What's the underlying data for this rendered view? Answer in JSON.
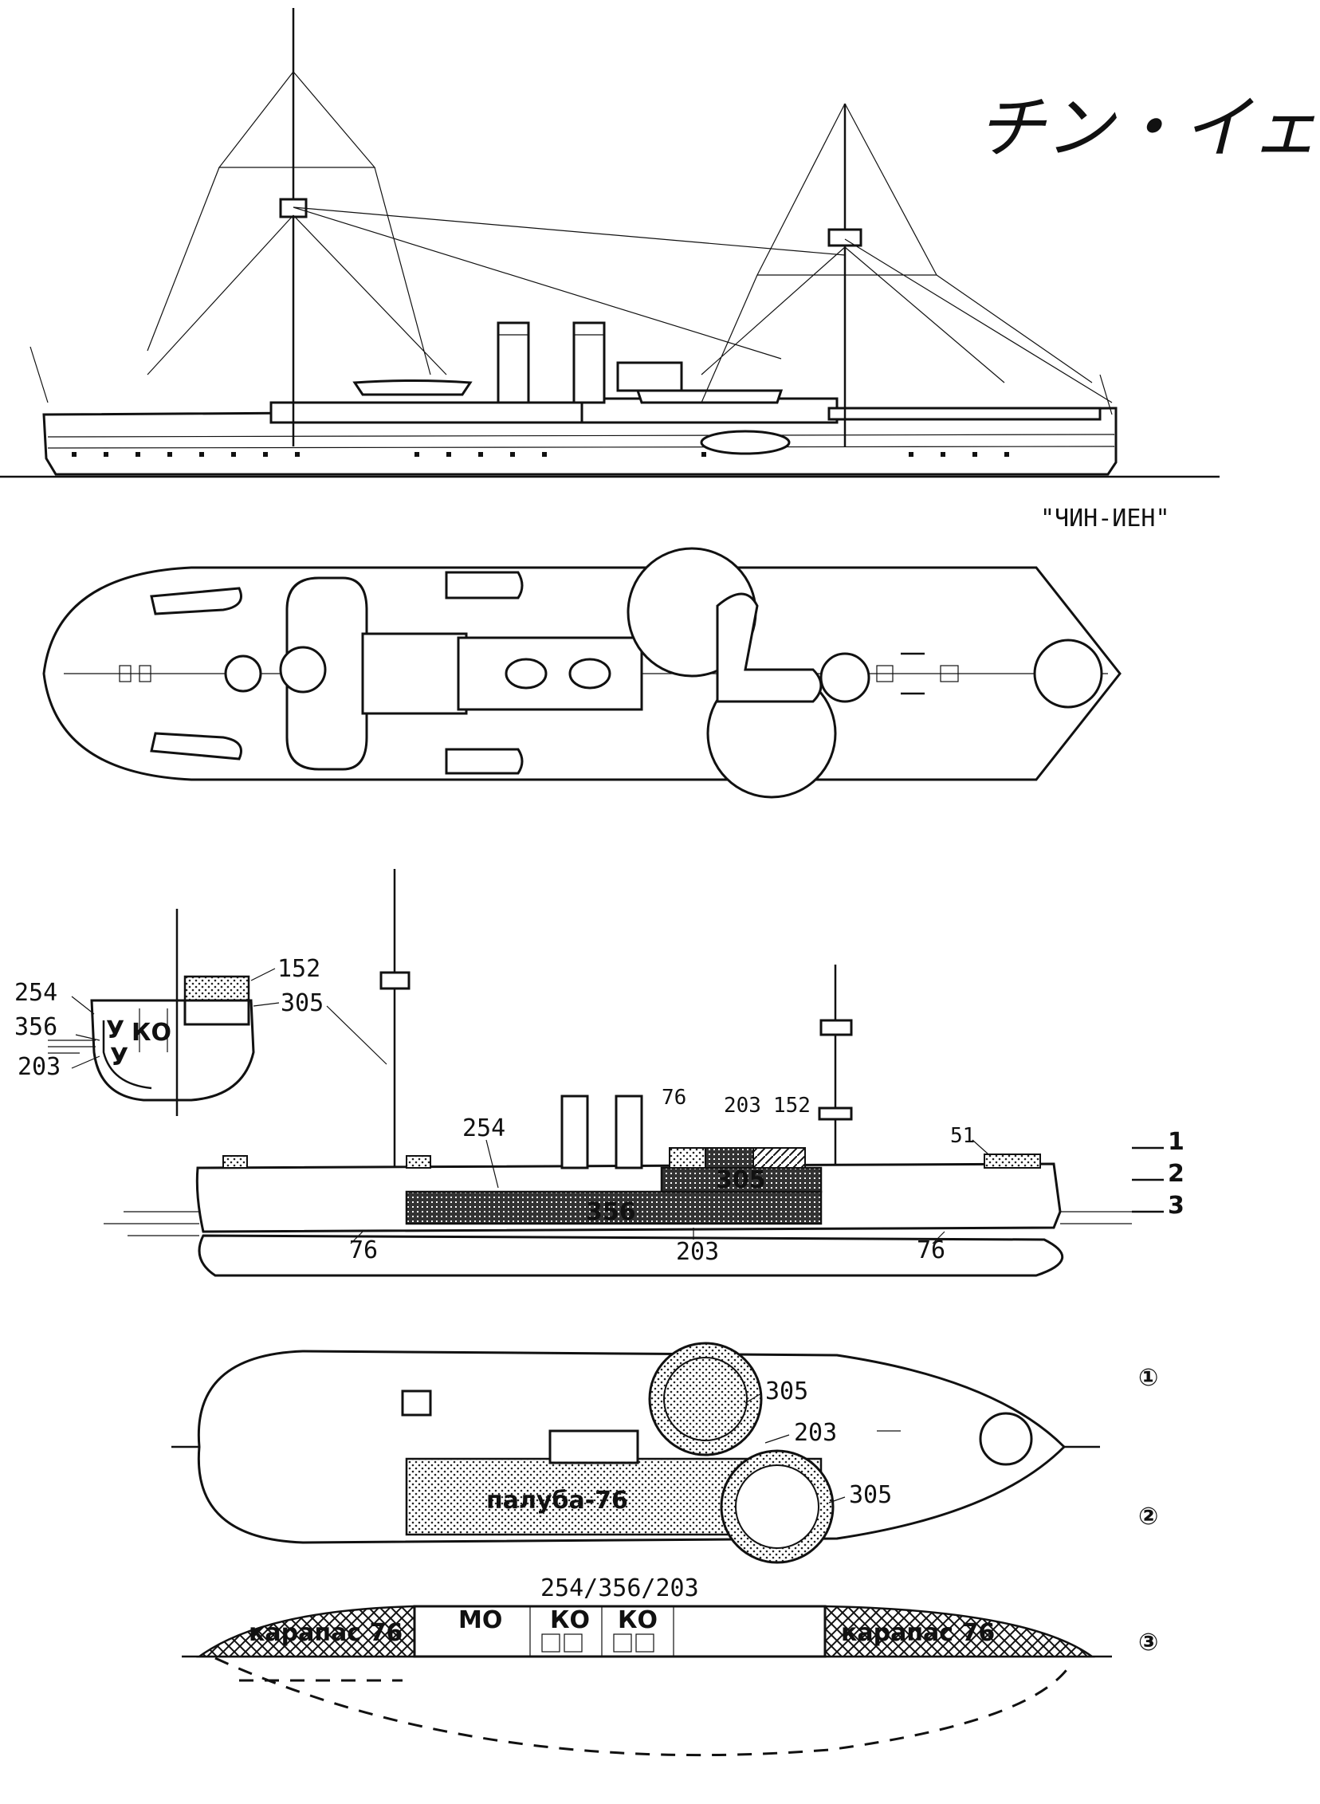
{
  "handwritten_title": "チン・イェン",
  "ship_name": "\"ЧИН-ИЕН\"",
  "armor": {
    "section": {
      "thick_152": "152",
      "thick_305": "305",
      "thick_254": "254",
      "thick_356": "356",
      "thick_203": "203",
      "comp_u1": "У",
      "comp_u2": "У",
      "comp_ko": "КО"
    },
    "profile": {
      "t76_top": "76",
      "t203_top": "203",
      "t152_top": "152",
      "t51": "51",
      "t254": "254",
      "t305": "305",
      "t356": "356",
      "t76_stern": "76",
      "t203_bottom": "203",
      "t76_bow": "76",
      "level_1": "1",
      "level_2": "2",
      "level_3": "3"
    },
    "plan": {
      "t305_a": "305",
      "t203": "203",
      "t305_b": "305",
      "deck_label": "палуба-76",
      "marker": "①"
    },
    "plan2": {
      "marker": "②"
    },
    "waterline": {
      "belt_label": "254/356/203",
      "carapace_left": "карапас 76",
      "carapace_right": "карапас 76",
      "mo": "МО",
      "ko1": "КО",
      "ko2": "КО",
      "marker": "③"
    }
  }
}
